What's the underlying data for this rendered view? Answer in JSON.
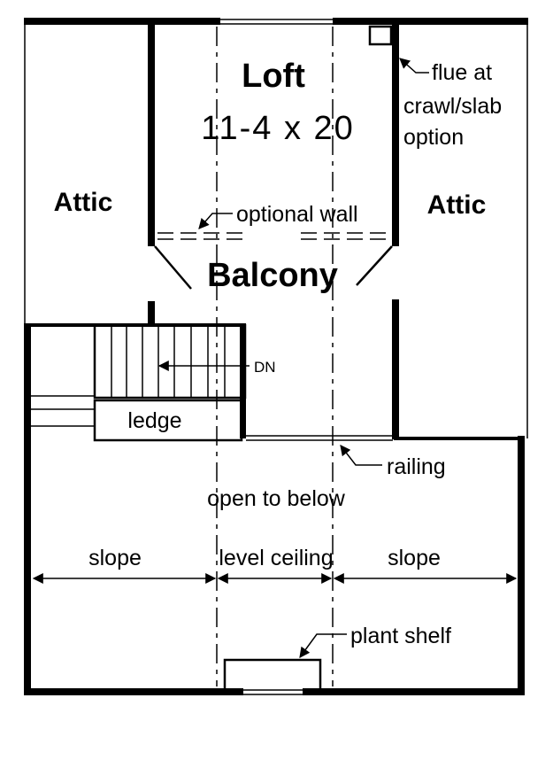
{
  "rooms": {
    "loft_title": "Loft",
    "loft_dims": "11-4 x 20",
    "balcony": "Balcony",
    "attic_left": "Attic",
    "attic_right": "Attic"
  },
  "notes": {
    "flue_line1": "flue at",
    "flue_line2": "crawl/slab",
    "flue_line3": "option",
    "optional_wall": "optional wall",
    "stairs_dn": "DN",
    "ledge": "ledge",
    "railing": "railing",
    "open_to_below": "open to below",
    "slope_left": "slope",
    "level_ceiling": "level ceiling",
    "slope_right": "slope",
    "plant_shelf": "plant shelf"
  }
}
